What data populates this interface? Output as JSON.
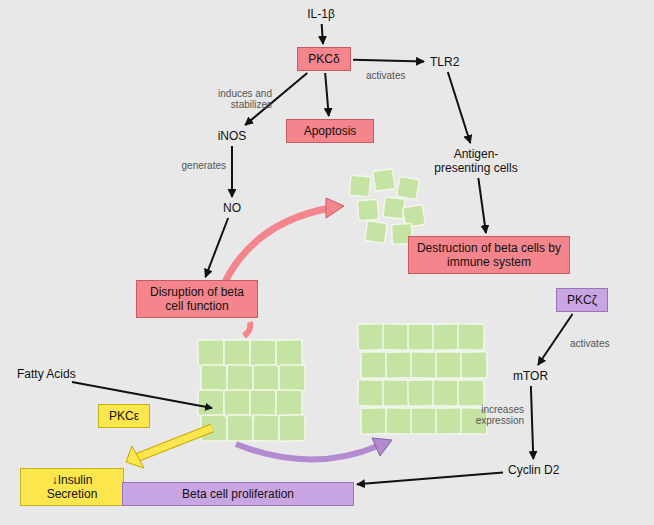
{
  "diagram": {
    "nodes": [
      {
        "text": [
          "IL-1β"
        ]
      },
      {
        "text": [
          "PKCδ"
        ]
      },
      {
        "text": [
          "TLR2"
        ]
      },
      {
        "text": [
          "iNOS"
        ]
      },
      {
        "text": [
          "Apoptosis"
        ]
      },
      {
        "text": [
          "Antigen-presenting cells"
        ]
      },
      {
        "text": [
          "NO"
        ]
      },
      {
        "text": [
          "Destruction of beta cells by immune system"
        ]
      },
      {
        "text": [
          "Disruption of beta cell function"
        ]
      },
      {
        "text": [
          "Fatty Acids"
        ]
      },
      {
        "text": [
          "PKCε"
        ]
      },
      {
        "text": [
          "PKCζ"
        ]
      },
      {
        "text": [
          "mTOR"
        ]
      },
      {
        "text": [
          "↓Insulin Secretion"
        ]
      },
      {
        "text": [
          "Cyclin D2"
        ]
      },
      {
        "text": [
          "Beta cell proliferation"
        ]
      }
    ],
    "edges": [
      {
        "from": 0,
        "to": 1,
        "arrow": "to"
      },
      {
        "from": 1,
        "to": 3,
        "label": "induces and stabilizes",
        "arrow": "to"
      },
      {
        "from": 1,
        "to": 4,
        "arrow": "to"
      },
      {
        "from": 1,
        "to": 2,
        "label": "activates",
        "arrow": "to"
      },
      {
        "from": 2,
        "to": 5,
        "arrow": "to"
      },
      {
        "from": 5,
        "to": 7,
        "arrow": "to"
      },
      {
        "from": 3,
        "to": 6,
        "label": "generates",
        "arrow": "to"
      },
      {
        "from": 6,
        "to": 8,
        "arrow": "to"
      },
      {
        "from": 11,
        "to": 12,
        "label": "activates",
        "arrow": "to"
      },
      {
        "from": 12,
        "to": 14,
        "label": "increases expression",
        "arrow": "to"
      },
      {
        "from": 14,
        "to": 15,
        "arrow": "to"
      }
    ]
  }
}
